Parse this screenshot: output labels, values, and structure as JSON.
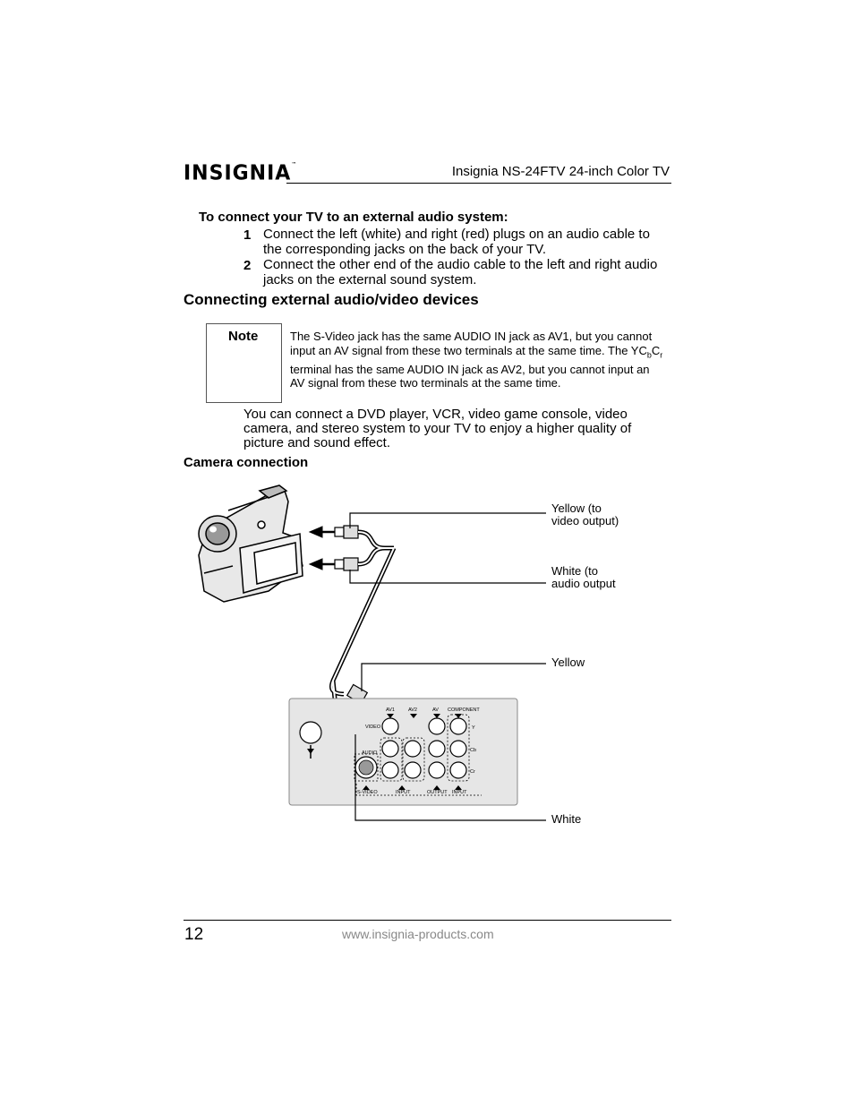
{
  "header": {
    "logo": "INSIGNIA",
    "logo_tm": "™",
    "title": "Insignia NS-24FTV 24-inch Color TV"
  },
  "audio_section": {
    "heading": "To connect your TV to an external audio system:",
    "steps": [
      {
        "num": "1",
        "text": "Connect the left (white) and right (red) plugs on an audio cable to the corresponding jacks on the back of your TV."
      },
      {
        "num": "2",
        "text": "Connect the other end of the audio cable to the left and right audio jacks on the external sound system."
      }
    ]
  },
  "av_section": {
    "title": "Connecting external audio/video devices",
    "note_label": "Note",
    "note_part1": "The S-Video jack has the same AUDIO IN jack as AV1, but you cannot input an AV signal from these two terminals at the same time. The YC",
    "note_sub_b": "b",
    "note_c": "C",
    "note_sub_r": "r",
    "note_part2": " terminal has the same AUDIO IN jack as AV2, but you cannot input an AV signal from these two terminals at the same time.",
    "paragraph": "You can connect a DVD player, VCR, video game console, video camera, and stereo system to your TV to enjoy a higher quality of picture and sound effect."
  },
  "camera": {
    "title": "Camera connection",
    "callouts": {
      "yellow_video_1": "Yellow (to",
      "yellow_video_2": "video output)",
      "white_audio_1": "White (to",
      "white_audio_2": "audio output",
      "yellow": "Yellow",
      "white": "White"
    },
    "panel_labels": {
      "av1": "AV1",
      "av2": "AV2",
      "av": "AV",
      "component": "COMPONENT",
      "video": "VIDEO",
      "audio": "AUDIO",
      "svideo": "S-VIDEO",
      "input": "INPUT",
      "output": "OUTPUT",
      "input2": "INPUT",
      "y": "Y",
      "cb": "Cb",
      "cr": "Cr"
    }
  },
  "footer": {
    "page_number": "12",
    "url": "www.insignia-products.com"
  }
}
